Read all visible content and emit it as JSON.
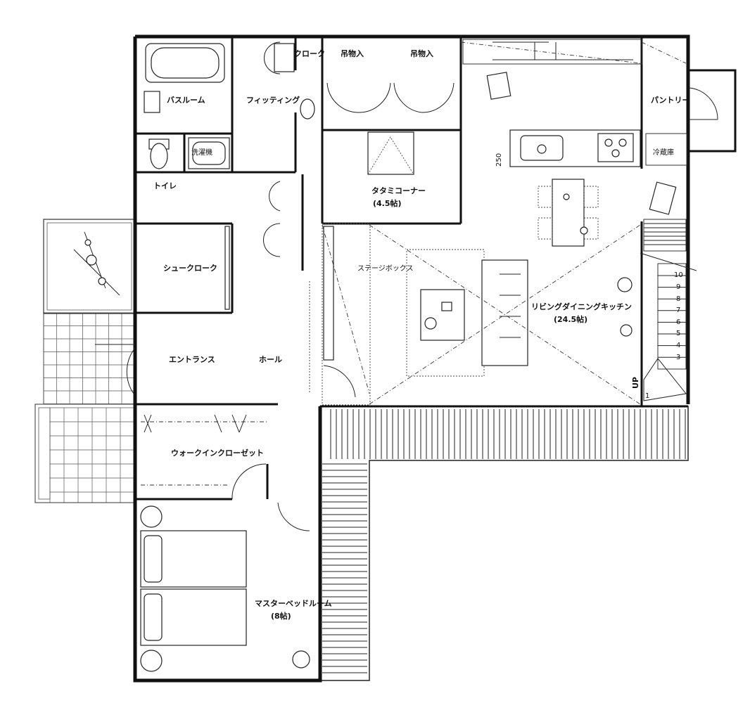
{
  "plan": {
    "rooms": {
      "bathroom": "バスルーム",
      "fitting": "フィッティング",
      "cloak": "クローク",
      "storage_left": "吊物入",
      "storage_right": "吊物入",
      "pantry": "パントリー",
      "washer": "洗濯機",
      "toilet": "トイレ",
      "refrigerator": "冷蔵庫",
      "dimension": "250",
      "tatami": "タタミコーナー",
      "tatami_size": "(4.5帖)",
      "shoe_cloak": "シュークローク",
      "stair_box": "ステージボックス",
      "living": "リビングダイニングキッチン",
      "living_size": "(24.5帖)",
      "entrance": "エントランス",
      "hall": "ホール",
      "walkin": "ウォークインクローゼット",
      "master": "マスターベッドルーム",
      "master_size": "(8帖)",
      "up": "UP"
    },
    "stair_steps": [
      "10",
      "9",
      "8",
      "7",
      "6",
      "5",
      "4",
      "3",
      "1"
    ]
  }
}
